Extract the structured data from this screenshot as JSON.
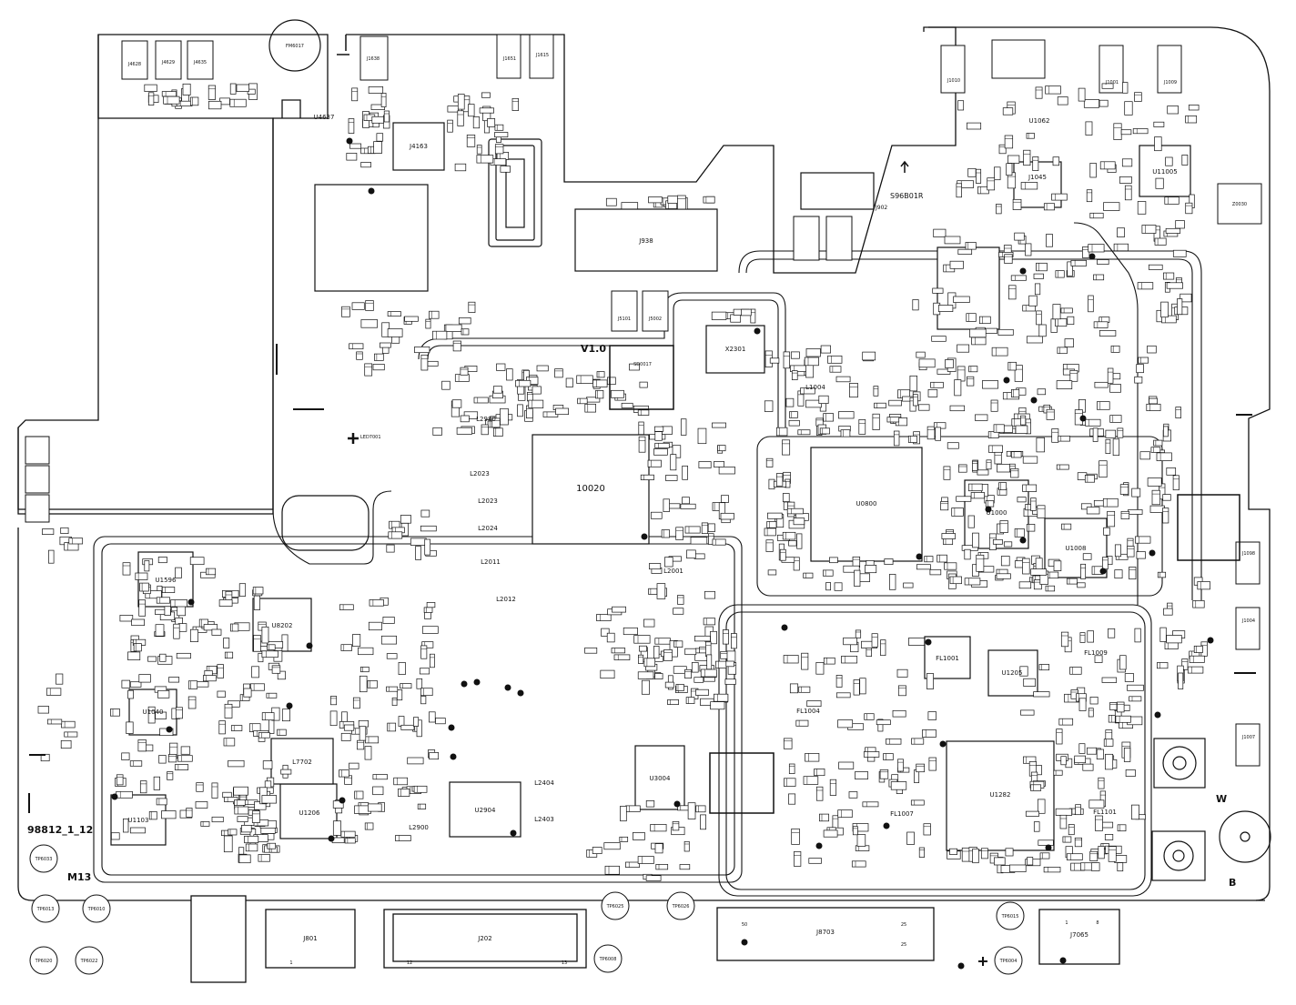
{
  "board": {
    "version_label": "V1.0",
    "part_number": "98812_1_12",
    "model": "M13",
    "rotation_code": "S96B01R",
    "antenna_w": "W",
    "antenna_b": "B"
  },
  "chips": {
    "c10020": "10020",
    "u1596": "U1596",
    "u1040": "U1040",
    "u1103": "U1103",
    "u8202": "U8202",
    "u1206": "U1206",
    "u2904": "U2904",
    "u3004": "U3004",
    "u0800": "U0800",
    "u1000": "U1000",
    "u1008": "U1008",
    "u1282": "U1282",
    "u1062": "U1062",
    "u11005": "U11005",
    "j4163": "J4163",
    "u4637": "U4637",
    "x2301": "X2301",
    "j1045": "J1045",
    "j938": "J938",
    "l7702": "L7702",
    "l2980": "L2980",
    "l2023": "L2023",
    "l2024": "L2024",
    "l2011": "L2011",
    "l2012": "L2012",
    "l2001": "L2001",
    "l2404": "L2404",
    "l2403": "L2403",
    "l2900": "L2900",
    "l1004": "L1004",
    "fl1009": "FL1009",
    "fl1001": "FL1001",
    "fl1101": "FL1101",
    "fl1007": "FL1007",
    "fl1004": "FL1004",
    "u1205": "U1205"
  },
  "connectors": {
    "j801": "J801",
    "j801_pin": "1",
    "j202": "J202",
    "j202_pin_a": "12",
    "j202_pin_b": "13",
    "j8703": "J8703",
    "j8703_p1": "50",
    "j8703_p2": "25",
    "j8703_p3": "25",
    "j7065": "J7065",
    "j7065_p1": "1",
    "j7065_p2": "8",
    "j4628": "J4628",
    "j4629": "J4629",
    "j4635": "J4635",
    "j1638": "J1638",
    "j1651": "J1651",
    "j1615": "J1615",
    "j5101": "J5101",
    "j5002": "J5002",
    "j1001": "J1001",
    "j1009": "J1009",
    "j1010": "J1010",
    "j1098": "J1098",
    "j1004": "J1004",
    "j1007": "J1007"
  },
  "misc": {
    "fm6017": "FM6017",
    "led7001": "LED7001",
    "z0030": "Z0030",
    "sd0017": "SD0017",
    "j902": "J902"
  },
  "test_points": [
    {
      "label": "TP6033"
    },
    {
      "label": "TP6013"
    },
    {
      "label": "TP6010"
    },
    {
      "label": "TP6020"
    },
    {
      "label": "TP6022"
    },
    {
      "label": "TP6025"
    },
    {
      "label": "TP6026"
    },
    {
      "label": "TP6008"
    },
    {
      "label": "TP6015"
    },
    {
      "label": "TP6004"
    }
  ]
}
